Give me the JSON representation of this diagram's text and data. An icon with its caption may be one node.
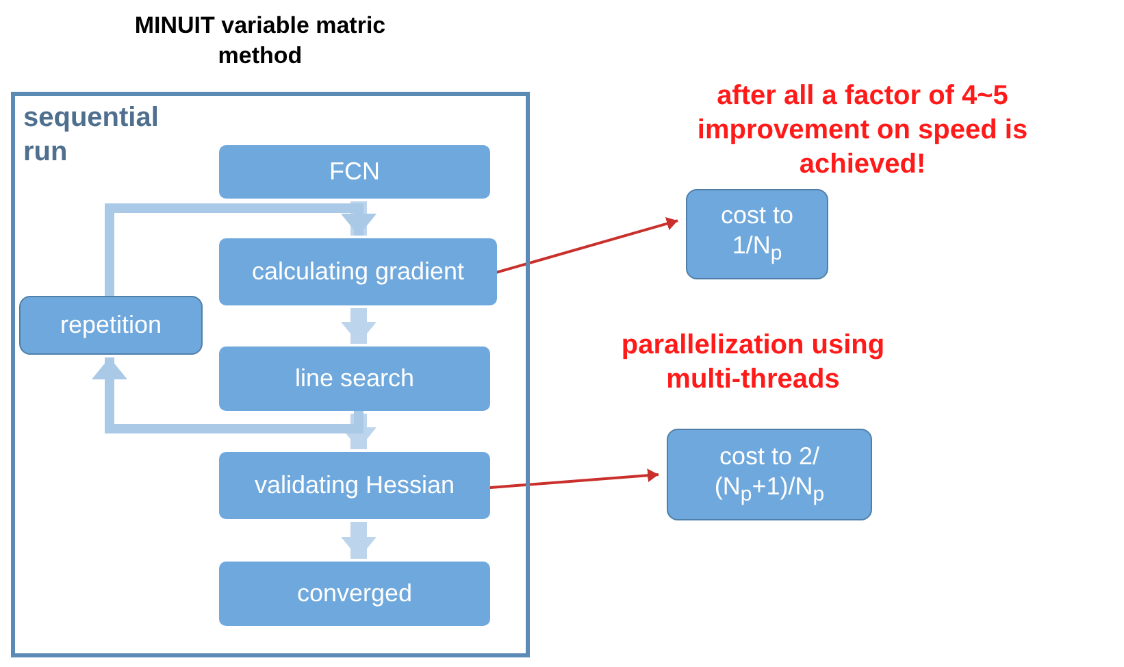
{
  "diagram": {
    "title": "MINUIT variable matric method",
    "nodes": [
      {
        "text": [
          "sequential run"
        ]
      },
      {
        "text": [
          "FCN"
        ],
        "in": 0
      },
      {
        "text": [
          "calculating gradient"
        ],
        "in": 0
      },
      {
        "text": [
          "line search"
        ],
        "in": 0
      },
      {
        "text": [
          "validating Hessian"
        ],
        "in": 0
      },
      {
        "text": [
          "converged"
        ],
        "in": 0
      },
      {
        "text": [
          "repetition"
        ],
        "in": 0
      },
      {
        "text": [
          "cost to 1/N$_{p}$"
        ]
      },
      {
        "text": [
          "cost to 2/ (N$_{p}$+1)/N$_{p}$"
        ]
      }
    ],
    "edges": [
      {
        "from": 1,
        "to": 2,
        "arrow": "to"
      },
      {
        "from": 2,
        "to": 3,
        "arrow": "to"
      },
      {
        "from": 3,
        "to": 4,
        "arrow": "to"
      },
      {
        "from": 4,
        "to": 5,
        "arrow": "to"
      },
      {
        "from": 6,
        "to": 2,
        "arrow": "to"
      },
      {
        "from": 3,
        "to": 6,
        "arrow": "to"
      },
      {
        "from": 2,
        "to": 7,
        "arrow": "to",
        "color": "#c9302c"
      },
      {
        "from": 4,
        "to": 8,
        "arrow": "to",
        "color": "#c9302c"
      }
    ],
    "labels": [
      "after all a factor of 4~5 improvement on speed is achieved!",
      "parallelization using multi-threads"
    ]
  }
}
